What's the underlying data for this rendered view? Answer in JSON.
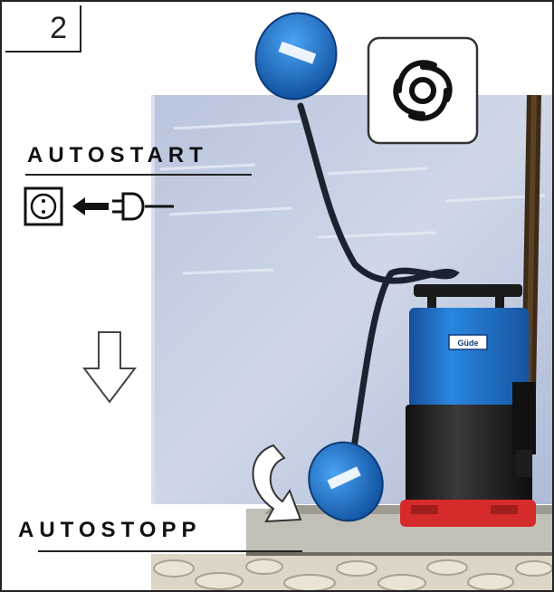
{
  "step": {
    "number": "2"
  },
  "labels": {
    "autostart": "AUTOSTART",
    "autostop": "AUTOSTOPP"
  },
  "pump": {
    "brand_text": "Güde"
  },
  "colors": {
    "wall": "#c5cfe3",
    "pump_blue": "#1f6fcf",
    "pump_black": "#1a1a1a",
    "pump_red": "#d62b2b",
    "float_blue": "#1e7ad8",
    "floor": "#b9b6ad",
    "stone": "#d8d1c1"
  },
  "icons": [
    "swirl-impeller-icon",
    "socket-icon",
    "arrow-left-icon",
    "plug-icon",
    "arrow-down-outline-icon",
    "curved-arrow-down-icon"
  ]
}
